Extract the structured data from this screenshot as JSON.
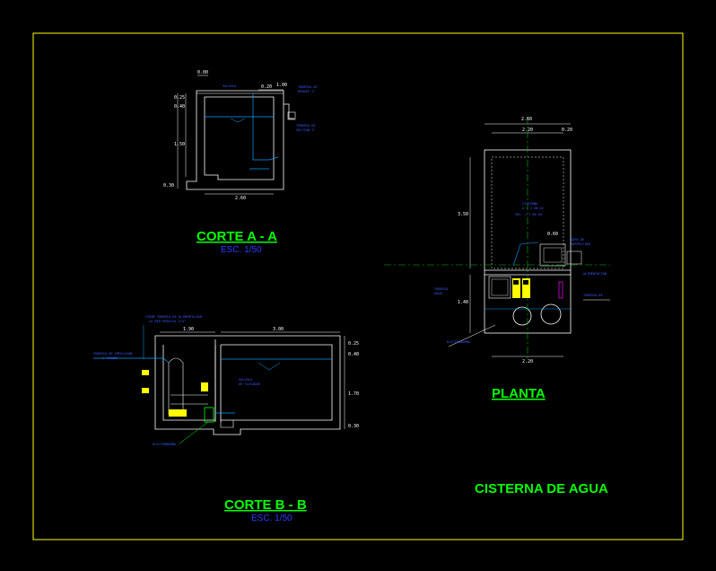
{
  "drawing": {
    "title": "CISTERNA DE AGUA",
    "views": {
      "corte_aa": {
        "title": "CORTE A - A",
        "scale": "ESC. 1/50"
      },
      "corte_bb": {
        "title": "CORTE B - B",
        "scale": "ESC. 1/50"
      },
      "planta": {
        "title": "PLANTA"
      }
    }
  },
  "colors": {
    "background": "#000000",
    "border": "#ffff00",
    "outline": "#ffffff",
    "title": "#00ff00",
    "annotation": "#2d3cff",
    "water": "#00a0ff",
    "axis": "#00c000",
    "equipment": "#ffff00",
    "accent": "#ff00ff"
  }
}
